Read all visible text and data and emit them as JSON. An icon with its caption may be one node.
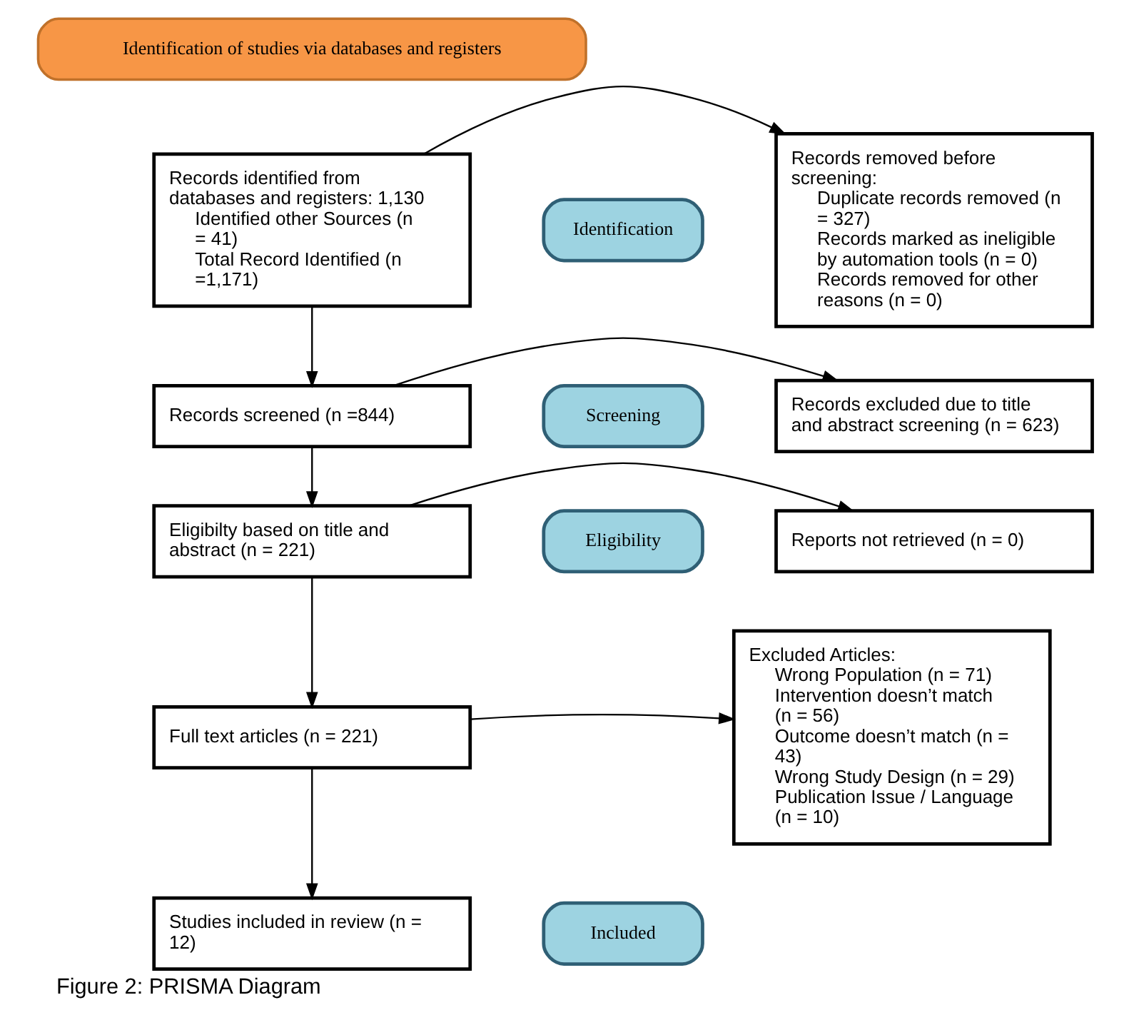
{
  "diagram": {
    "caption": "Figure 2: PRISMA Diagram",
    "nodes": [
      {
        "text": [
          "Identification of studies via databases and registers"
        ]
      },
      {
        "text": [
          "Identification"
        ]
      },
      {
        "text": [
          "Records identified from databases and registers: 1,130",
          "Identified other Sources (n = 41)",
          "Total Record Identified (n =1,171)"
        ]
      },
      {
        "text": [
          "Records removed before screening:",
          "Duplicate records removed (n = 327)",
          "Records marked as ineligible by automation tools (n = 0)",
          "Records removed for other reasons (n = 0)"
        ]
      },
      {
        "text": [
          "Screening"
        ]
      },
      {
        "text": [
          "Records screened (n =844)"
        ]
      },
      {
        "text": [
          "Records excluded due to title and abstract screening (n = 623)"
        ]
      },
      {
        "text": [
          "Eligibility"
        ]
      },
      {
        "text": [
          "Eligibilty based on title and abstract (n = 221)"
        ]
      },
      {
        "text": [
          "Reports not retrieved (n = 0)"
        ]
      },
      {
        "text": [
          "Full text articles (n = 221)"
        ]
      },
      {
        "text": [
          "Excluded Articles:",
          "Wrong Population (n = 71)",
          "Intervention doesn’t match (n = 56)",
          "Outcome doesn’t match (n = 43)",
          "Wrong Study Design (n = 29)",
          "Publication Issue / Language (n = 10)"
        ]
      },
      {
        "text": [
          "Included"
        ]
      },
      {
        "text": [
          "Studies included in review (n = 12)"
        ]
      }
    ],
    "edges": [
      {
        "from": 2,
        "to": 3,
        "arrow": "to"
      },
      {
        "from": 2,
        "to": 5,
        "arrow": "to"
      },
      {
        "from": 5,
        "to": 6,
        "arrow": "to"
      },
      {
        "from": 5,
        "to": 8,
        "arrow": "to"
      },
      {
        "from": 8,
        "to": 9,
        "arrow": "to"
      },
      {
        "from": 8,
        "to": 10,
        "arrow": "to"
      },
      {
        "from": 10,
        "to": 11,
        "arrow": "to"
      },
      {
        "from": 10,
        "to": 13,
        "arrow": "to"
      }
    ]
  }
}
